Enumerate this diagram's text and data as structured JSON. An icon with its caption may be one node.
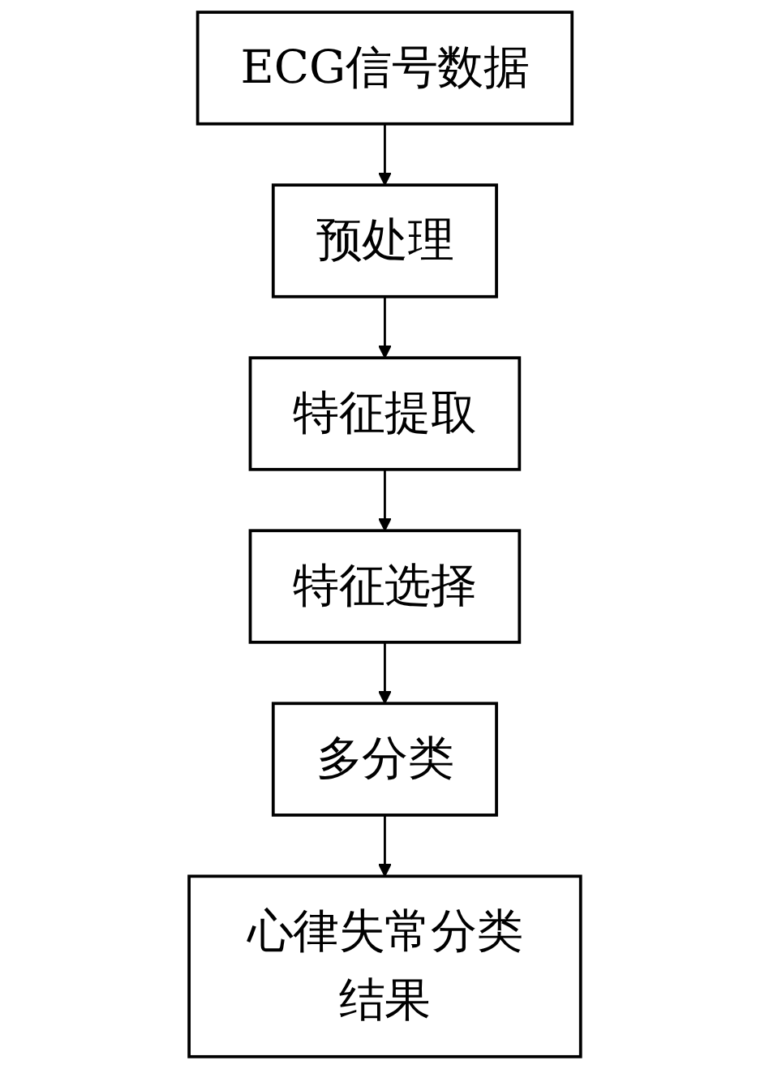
{
  "diagram": {
    "nodes": [
      {
        "text": [
          "ECG信号数据"
        ]
      },
      {
        "text": [
          "预处理"
        ]
      },
      {
        "text": [
          "特征提取"
        ]
      },
      {
        "text": [
          "特征选择"
        ]
      },
      {
        "text": [
          "多分类"
        ]
      },
      {
        "text": [
          "心律失常分类结果"
        ]
      }
    ],
    "edges": [
      {
        "from": 0,
        "to": 1,
        "arrow": "to"
      },
      {
        "from": 1,
        "to": 2,
        "arrow": "to"
      },
      {
        "from": 2,
        "to": 3,
        "arrow": "to"
      },
      {
        "from": 3,
        "to": 4,
        "arrow": "to"
      },
      {
        "from": 4,
        "to": 5,
        "arrow": "to"
      }
    ]
  }
}
